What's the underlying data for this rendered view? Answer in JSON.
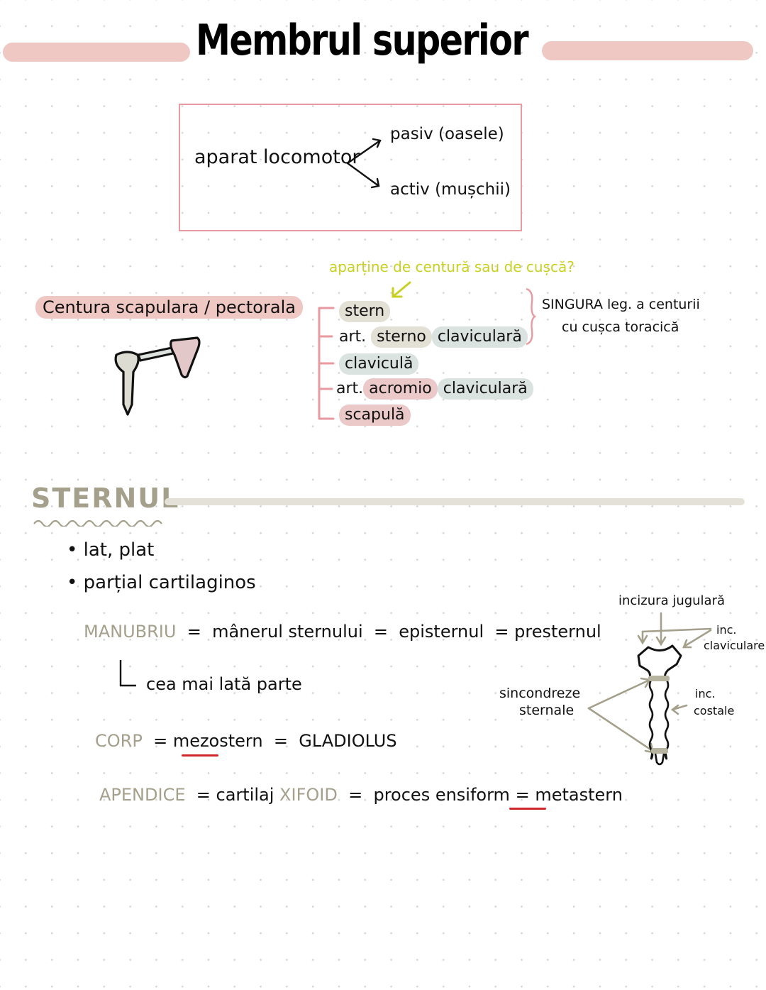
{
  "header": {
    "title": "Membrul superior"
  },
  "box": {
    "root": "aparat locomotor",
    "branches": [
      {
        "label": "pasiv (oasele)"
      },
      {
        "label": "activ (mușchii)"
      }
    ]
  },
  "centura": {
    "label": "Centura scapulara / pectorala",
    "question": "aparține de centură sau de cușcă?",
    "items": [
      {
        "parts": [
          {
            "text": "stern",
            "highlight": "beige"
          }
        ]
      },
      {
        "parts": [
          {
            "text": "art.",
            "highlight": ""
          },
          {
            "text": "sterno",
            "highlight": "beige"
          },
          {
            "text": "claviculară",
            "highlight": "blue"
          }
        ]
      },
      {
        "parts": [
          {
            "text": "claviculă",
            "highlight": "blue"
          }
        ]
      },
      {
        "parts": [
          {
            "text": "art.",
            "highlight": ""
          },
          {
            "text": "acromio",
            "highlight": "rose"
          },
          {
            "text": "claviculară",
            "highlight": "blue"
          }
        ]
      },
      {
        "parts": [
          {
            "text": "scapulă",
            "highlight": "rose"
          }
        ]
      }
    ],
    "note_line1": "SINGURA leg. a centurii",
    "note_line2": "cu cușca toracică"
  },
  "sternul": {
    "title": "STERNUL",
    "bullets": [
      "lat, plat",
      "parțial cartilaginos"
    ],
    "manubriu": {
      "term": "MANUBRIU",
      "eq1": "mânerul sternului",
      "eq2": "episternul",
      "eq3": "presternul",
      "note": "cea mai lată parte"
    },
    "corp": {
      "term": "CORP",
      "eq1_underlined": "mezo",
      "eq1_rest": "stern",
      "eq2": "GLADIOLUS"
    },
    "apendice": {
      "term": "APENDICE",
      "eq1": "cartilaj",
      "eq1_term": "XIFOID",
      "eq2": "proces ensiform",
      "eq3_underlined": "meta",
      "eq3_rest": "stern"
    },
    "equals": "=",
    "diagram_labels": {
      "jugular": "incizura jugulară",
      "clavicular_1": "inc.",
      "clavicular_2": "claviculare",
      "synchondroses_1": "sincondreze",
      "synchondroses_2": "sternale",
      "costal_1": "inc.",
      "costal_2": "costale"
    }
  },
  "colors": {
    "pink_bar": "#f0c8c3",
    "box_border": "#e79aa0",
    "olive": "#a4a08c",
    "yellow_note": "#c8d021",
    "beige_highlight": "#e3e0d6",
    "blue_highlight": "#dbe3e1",
    "rose_highlight": "#ecc9c9",
    "underline_red": "#d1262b"
  }
}
